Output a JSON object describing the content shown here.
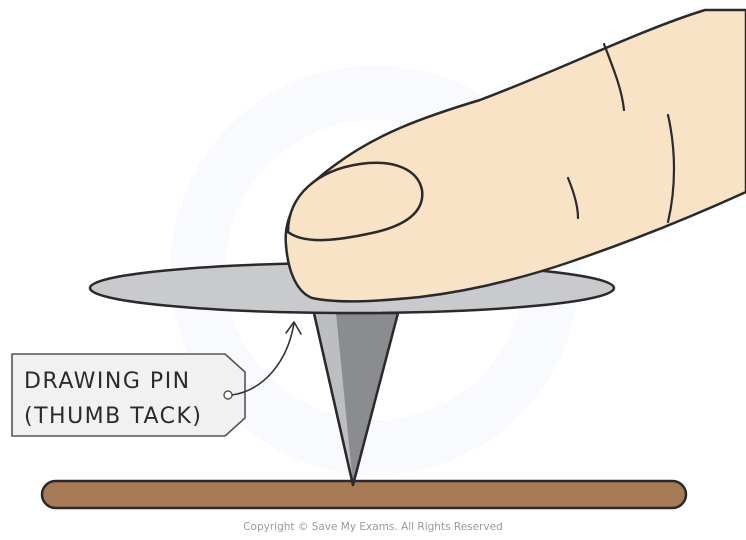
{
  "label": {
    "line1": "DRAWING PIN",
    "line2": "(THUMB TACK)"
  },
  "footer": {
    "copyright": "Copyright © Save My Exams. All Rights Reserved"
  },
  "colors": {
    "skin": "#f8e3c6",
    "outline": "#2a2a2a",
    "pin_head": "#c9cacd",
    "pin_shaft": "#8b8c8f",
    "surface": "#a57a54",
    "label_bg": "#f1f1f1",
    "watermark": "#eef4fb"
  }
}
